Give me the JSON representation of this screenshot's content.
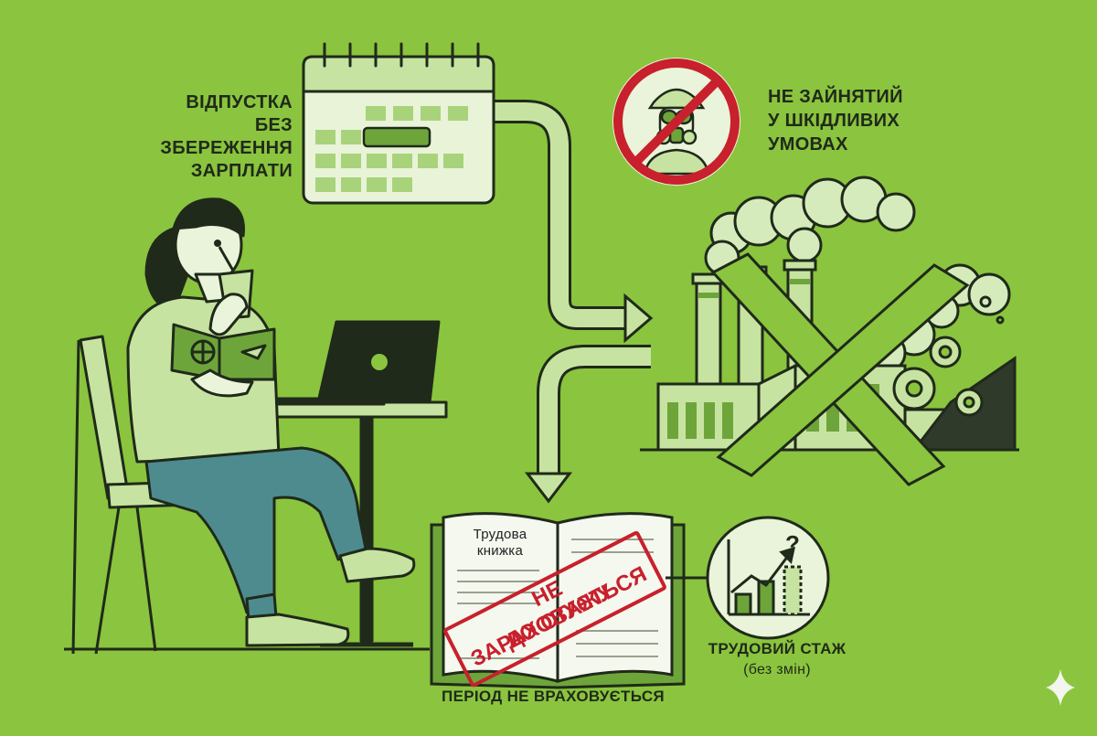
{
  "labels": {
    "leave": [
      "ВІДПУСТКА",
      "БЕЗ ЗБЕРЕЖЕННЯ",
      "ЗАРПЛАТИ"
    ],
    "hazard": [
      "НЕ ЗАЙНЯТИЙ",
      "У ШКІДЛИВИХ",
      "УМОВАХ"
    ],
    "period": "ПЕРІОД НЕ ВРАХОВУЄТЬСЯ",
    "seniority_title": "ТРУДОВИЙ СТАЖ",
    "seniority_sub": "(без змін)"
  },
  "book": {
    "title": [
      "Трудова",
      "книжка"
    ],
    "stamp": [
      "НЕ ЗАРАХОВУЄТЬСЯ",
      "ДО СТАЖУ"
    ]
  },
  "chart_glyph": "?",
  "colors": {
    "background": "#8bc43e",
    "light_green": "#c7e3a1",
    "dark_green": "#6ea53a",
    "outline": "#1f2a1a",
    "stamp_red": "#c8202c",
    "prohibition_red": "#c8202c"
  },
  "icons": [
    "calendar-icon",
    "prohibition-sign-icon",
    "gas-mask-worker-icon",
    "factory-icon",
    "cross-mark-icon",
    "book-icon",
    "growth-chart-icon",
    "sparkle-icon"
  ]
}
